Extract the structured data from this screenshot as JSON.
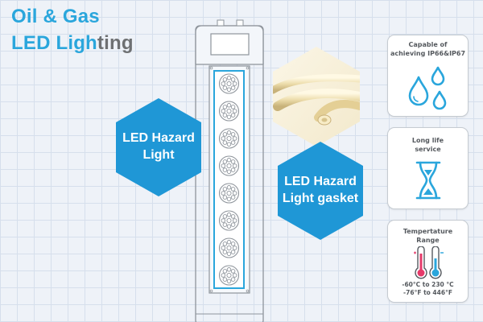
{
  "title": {
    "line1": "Oil & Gas",
    "line2_blue": "LED Ligh",
    "line2_gray": "ting"
  },
  "hex_light": {
    "line1": "LED Hazard",
    "line2": "Light"
  },
  "hex_gasket": {
    "line1": "LED Hazard",
    "line2": "Light gasket"
  },
  "cards": {
    "waterproof": {
      "line1": "Capable of",
      "line2": "achieving IP66&IP67",
      "icon": "water-drops-icon"
    },
    "life": {
      "line1": "Long life",
      "line2": "service",
      "icon": "hourglass-icon"
    },
    "temperature": {
      "line1": "Tempertature",
      "line2": "Range",
      "range_c": "-60°C to 230 °C",
      "range_f": "-76°F to 446°F",
      "icon": "thermometer-icon"
    }
  },
  "colors": {
    "accent_blue": "#2aa6dc",
    "hex_blue": "#1f97d6",
    "title_gray": "#6e7072",
    "fixture_outline": "#8e949b",
    "gasket_cream": "#efe2b8"
  }
}
